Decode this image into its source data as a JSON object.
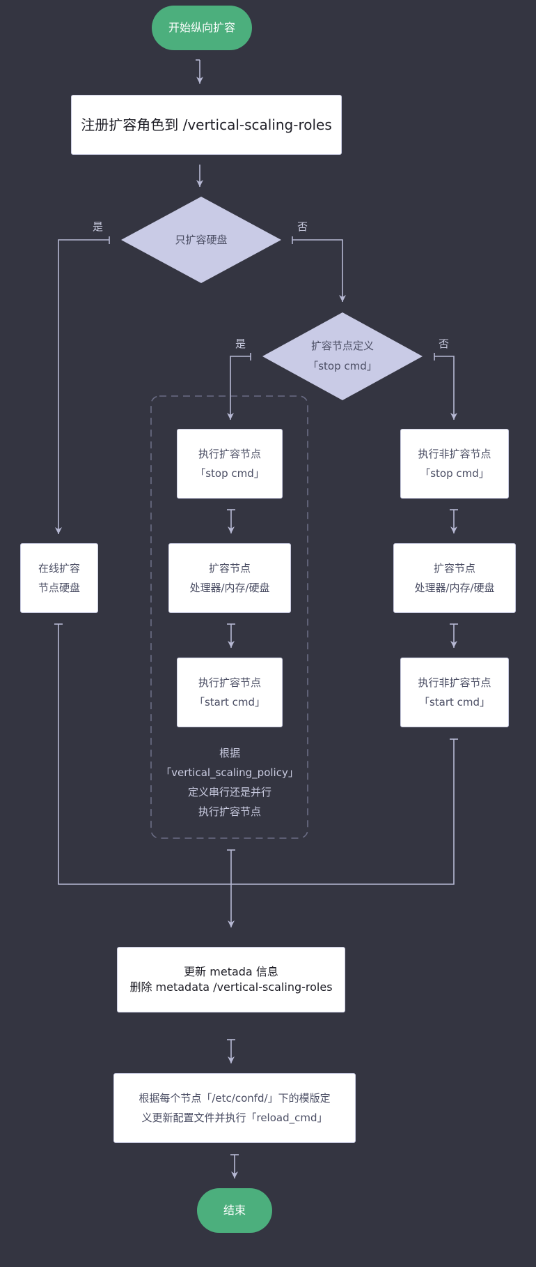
{
  "start": {
    "label": "开始纵向扩容"
  },
  "register": {
    "label": "注册扩容角色到 /vertical-scaling-roles"
  },
  "decision_disk": {
    "label": "只扩容硬盘",
    "yes": "是",
    "no": "否"
  },
  "decision_stop": {
    "line1": "扩容节点定义",
    "line2": "「stop cmd」",
    "yes": "是",
    "no": "否"
  },
  "online_disk": {
    "line1": "在线扩容",
    "line2": "节点硬盘"
  },
  "stop_scaling": {
    "line1": "执行扩容节点",
    "line2": "「stop cmd」"
  },
  "resize_scaling": {
    "line1": "扩容节点",
    "line2": "处理器/内存/硬盘"
  },
  "start_scaling": {
    "line1": "执行扩容节点",
    "line2": "「start cmd」"
  },
  "stop_nonscaling": {
    "line1": "执行非扩容节点",
    "line2": "「stop cmd」"
  },
  "resize_nonscaling": {
    "line1": "扩容节点",
    "line2": "处理器/内存/硬盘"
  },
  "start_nonscaling": {
    "line1": "执行非扩容节点",
    "line2": "「start cmd」"
  },
  "policy_note": {
    "line1": "根据",
    "line2": "「vertical_scaling_policy」",
    "line3": "定义串行还是并行",
    "line4": "执行扩容节点"
  },
  "update_metadata": {
    "line1": "更新 metada 信息",
    "line2": "删除 metadata /vertical-scaling-roles"
  },
  "update_config": {
    "line1": "根据每个节点「/etc/confd/」下的模版定",
    "line2": "义更新配置文件并执行「reload_cmd」"
  },
  "end": {
    "label": "结束"
  },
  "colors": {
    "background": "#343541",
    "accent_green": "#4caf7d",
    "diamond_fill": "#c9cbe6",
    "line": "#b7b9d4"
  }
}
